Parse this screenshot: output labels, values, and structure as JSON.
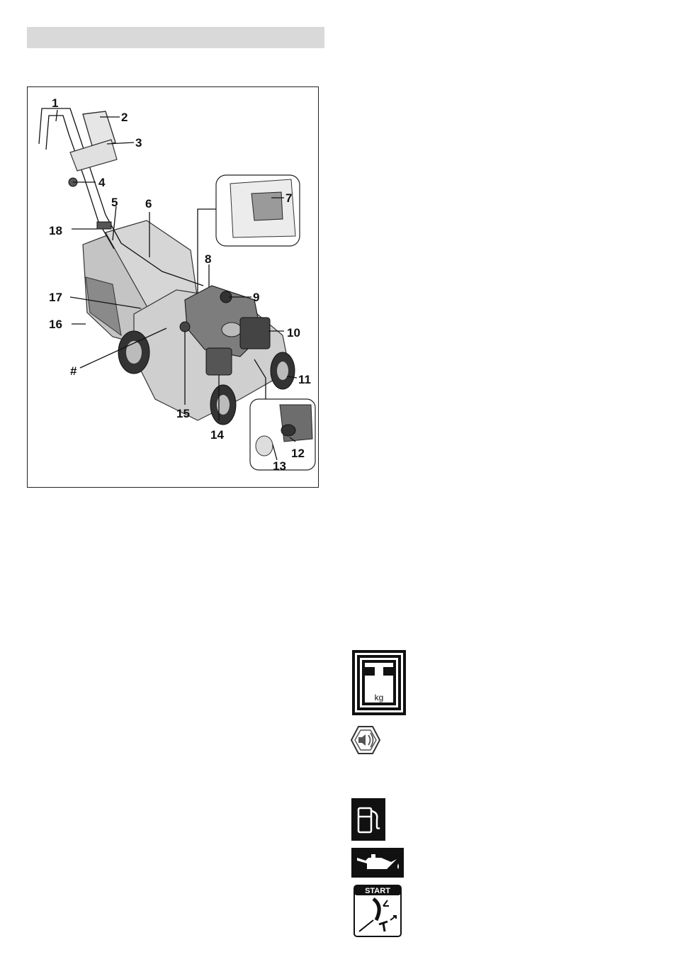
{
  "figure": {
    "callouts": [
      {
        "id": "c1",
        "label": "1"
      },
      {
        "id": "c2",
        "label": "2"
      },
      {
        "id": "c3",
        "label": "3"
      },
      {
        "id": "c4",
        "label": "4"
      },
      {
        "id": "c5",
        "label": "5"
      },
      {
        "id": "c6",
        "label": "6"
      },
      {
        "id": "c7",
        "label": "7"
      },
      {
        "id": "c8",
        "label": "8"
      },
      {
        "id": "c9",
        "label": "9"
      },
      {
        "id": "c10",
        "label": "10"
      },
      {
        "id": "c11",
        "label": "11"
      },
      {
        "id": "c12",
        "label": "12"
      },
      {
        "id": "c13",
        "label": "13"
      },
      {
        "id": "c14",
        "label": "14"
      },
      {
        "id": "c15",
        "label": "15"
      },
      {
        "id": "c16",
        "label": "16"
      },
      {
        "id": "c17",
        "label": "17"
      },
      {
        "id": "c18",
        "label": "18"
      },
      {
        "id": "chash",
        "label": "#"
      }
    ]
  },
  "symbols": {
    "weight_unit": "kg",
    "start_label": "START",
    "icons": [
      "weight-icon",
      "sound-power-icon",
      "fuel-pump-icon",
      "oil-can-icon",
      "start-pull-icon"
    ]
  }
}
